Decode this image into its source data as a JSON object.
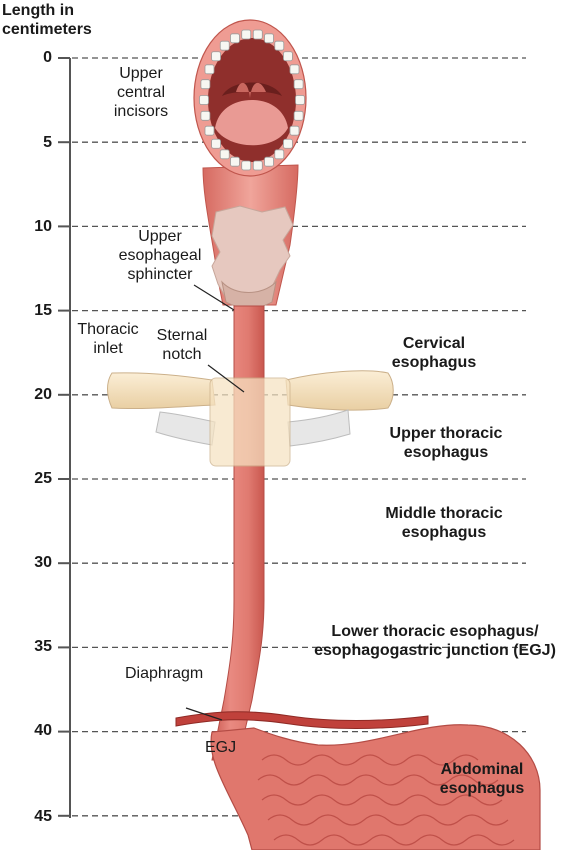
{
  "axis": {
    "title_line1": "Length in",
    "title_line2": "centimeters",
    "unit": "cm",
    "ticks": [
      "0",
      "5",
      "10",
      "15",
      "20",
      "25",
      "30",
      "35",
      "40",
      "45"
    ]
  },
  "labels": {
    "upper_central_incisors": [
      "Upper",
      "central",
      "incisors"
    ],
    "upper_esophageal_sphincter": [
      "Upper",
      "esophageal",
      "sphincter"
    ],
    "thoracic_inlet": [
      "Thoracic",
      "inlet"
    ],
    "sternal_notch": [
      "Sternal",
      "notch"
    ],
    "diaphragm": "Diaphragm",
    "egj": "EGJ"
  },
  "segments": {
    "cervical": [
      "Cervical",
      "esophagus"
    ],
    "upper_thoracic": [
      "Upper thoracic",
      "esophagus"
    ],
    "middle_thoracic": [
      "Middle thoracic",
      "esophagus"
    ],
    "lower_thoracic": [
      "Lower thoracic esophagus/",
      "esophagogastric junction (EGJ)"
    ],
    "abdominal": [
      "Abdominal",
      "esophagus"
    ]
  },
  "colors": {
    "tissue": "#e7837a",
    "tissue_dark": "#c9574f",
    "lips": "#ef9c93",
    "cartilage": "#e6c8bf",
    "bone": "#f6e3c2",
    "diaphragm": "#c0413b",
    "lines": "#555555"
  }
}
